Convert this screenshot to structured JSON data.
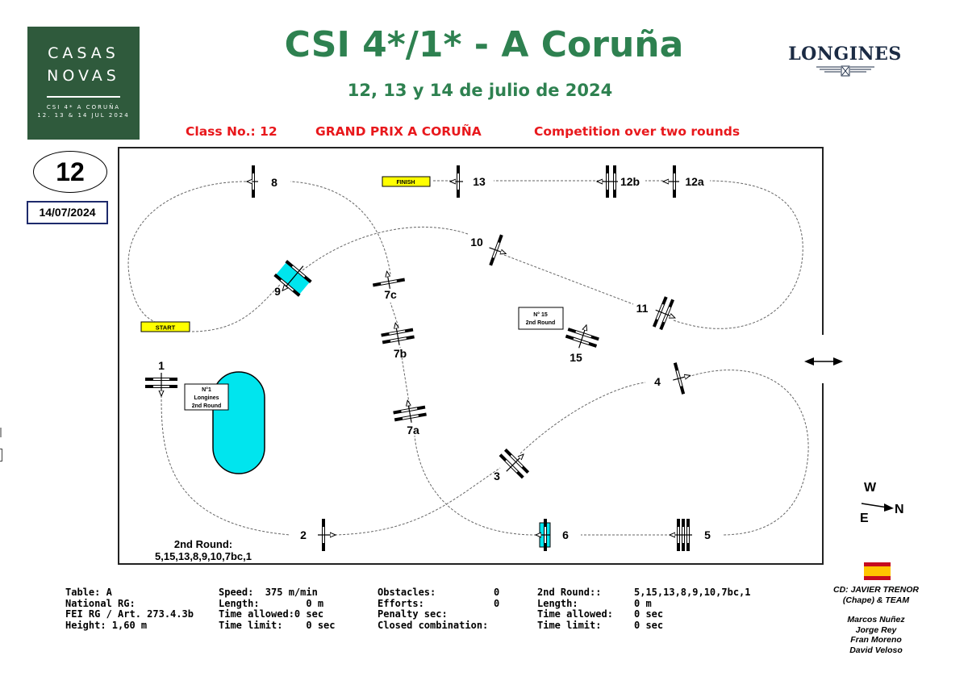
{
  "logo": {
    "line1": "CASAS",
    "line2": "NOVAS",
    "line3": "CSI  4*  A CORUÑA",
    "line4": "12. 13 & 14 JUL 2024",
    "bg_color": "#2f5a3c"
  },
  "header": {
    "title": "CSI 4*/1* - A Coruña",
    "subtitle": "12, 13 y 14 de julio de 2024",
    "sponsor": "LONGINES",
    "title_color": "#2e8150"
  },
  "class_line": {
    "class_no": "Class No.: 12",
    "name": "GRAND PRIX A CORUÑA",
    "format": "Competition over two rounds",
    "color": "#e8181c"
  },
  "badge": {
    "number": "12",
    "date": "14/07/2024"
  },
  "course": {
    "start_label": "START",
    "finish_label": "FINISH",
    "water_note": [
      "N°1",
      "Longines",
      "2nd Round"
    ],
    "fence15_note": [
      "N° 15",
      "2nd Round"
    ],
    "second_round_title": "2nd Round:",
    "second_round_seq": "5,15,13,8,9,10,7bc,1",
    "obstacles": [
      {
        "id": "1",
        "label": "1"
      },
      {
        "id": "2",
        "label": "2"
      },
      {
        "id": "3",
        "label": "3"
      },
      {
        "id": "4",
        "label": "4"
      },
      {
        "id": "5",
        "label": "5"
      },
      {
        "id": "6",
        "label": "6"
      },
      {
        "id": "7a",
        "label": "7a"
      },
      {
        "id": "7b",
        "label": "7b"
      },
      {
        "id": "7c",
        "label": "7c"
      },
      {
        "id": "8",
        "label": "8"
      },
      {
        "id": "9",
        "label": "9"
      },
      {
        "id": "10",
        "label": "10"
      },
      {
        "id": "11",
        "label": "11"
      },
      {
        "id": "12a",
        "label": "12a"
      },
      {
        "id": "12b",
        "label": "12b"
      },
      {
        "id": "13",
        "label": "13"
      },
      {
        "id": "15",
        "label": "15"
      }
    ],
    "water_color": "#00e5ee",
    "flag_colors": [
      "#c60b1e",
      "#ffc400"
    ]
  },
  "compass": {
    "west": "W",
    "east": "E",
    "north": "N"
  },
  "info": {
    "col1": [
      "Table: A",
      "National RG:",
      "FEI RG / Art. 273.4.3b",
      "Height: 1,60 m"
    ],
    "col2": [
      "Speed:  375 m/min",
      "Length:        0 m",
      "Time allowed:0 sec",
      "Time limit:    0 sec"
    ],
    "col3_labels": [
      "Obstacles:",
      "Efforts:",
      "Penalty sec:",
      "Closed combination:"
    ],
    "col3_values": [
      "0",
      "0",
      "",
      ""
    ],
    "col4_labels": [
      "2nd Round::",
      "Length:",
      "Time allowed:",
      "Time limit:"
    ],
    "col4_values": [
      "5,15,13,8,9,10,7bc,1",
      "0 m",
      "0 sec",
      "0 sec"
    ]
  },
  "designer": {
    "cd": "CD: JAVIER TRENOR",
    "team": "(Chape) & TEAM",
    "members": [
      "Marcos Nuñez",
      "Jorge Rey",
      "Fran Moreno",
      "David Veloso"
    ]
  }
}
